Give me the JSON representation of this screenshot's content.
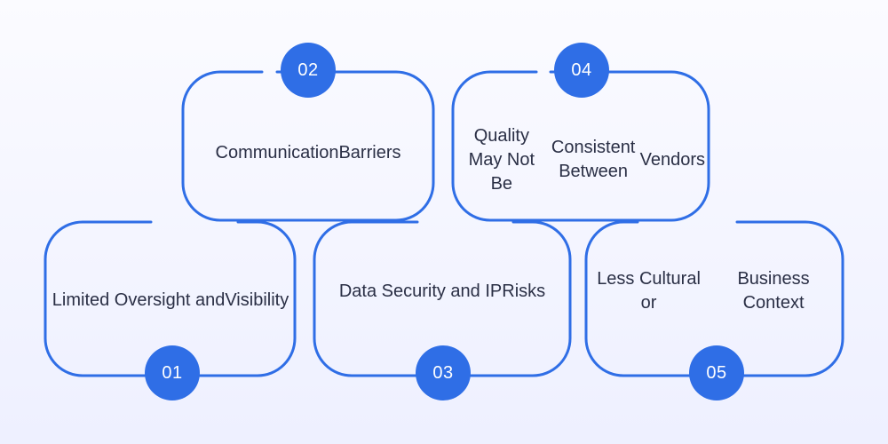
{
  "colors": {
    "accent": "#2f6ee6",
    "text": "#2a2f45",
    "background_top": "#fbfbff",
    "background_bottom": "#eef0ff"
  },
  "cards": [
    {
      "number": "01",
      "lines": [
        "Limited Oversight and",
        "Visibility"
      ]
    },
    {
      "number": "02",
      "lines": [
        "Communication",
        "Barriers"
      ]
    },
    {
      "number": "03",
      "lines": [
        "Data Security and IP",
        "Risks"
      ]
    },
    {
      "number": "04",
      "lines": [
        "Quality May Not Be",
        "Consistent Between",
        "Vendors"
      ]
    },
    {
      "number": "05",
      "lines": [
        "Less Cultural or",
        "Business Context"
      ]
    }
  ]
}
